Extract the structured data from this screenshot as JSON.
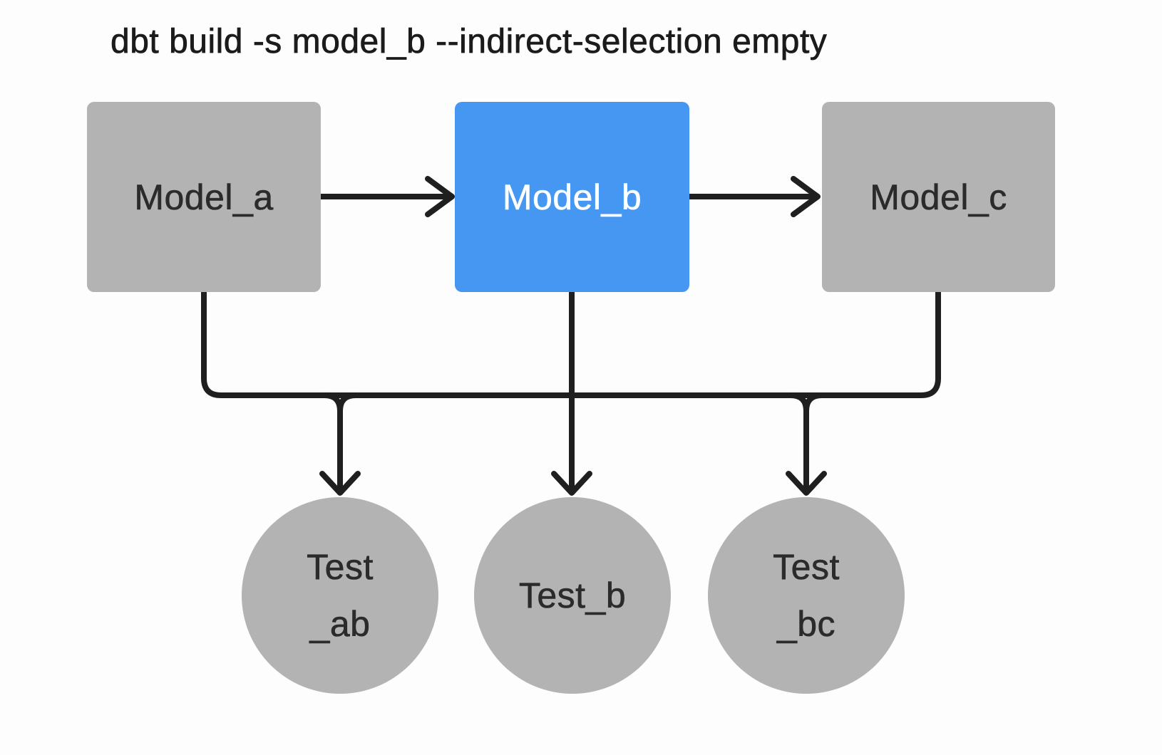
{
  "title": "dbt build -s model_b --indirect-selection empty",
  "colors": {
    "background": "#fdfdfd",
    "node_gray": "#b3b3b3",
    "selected_blue": "#4597f2",
    "edge_stroke": "#1f1f1f",
    "text_dark": "#2b2b2b",
    "text_on_blue": "#ffffff",
    "title_text": "#1b1b1b"
  },
  "diagram": {
    "models": [
      {
        "id": "model_a",
        "label": "Model_a",
        "state": "unselected"
      },
      {
        "id": "model_b",
        "label": "Model_b",
        "state": "selected"
      },
      {
        "id": "model_c",
        "label": "Model_c",
        "state": "unselected"
      }
    ],
    "tests": [
      {
        "id": "test_ab",
        "label_line1": "Test",
        "label_line2": "_ab"
      },
      {
        "id": "test_b",
        "label_line1": "Test_b",
        "label_line2": ""
      },
      {
        "id": "test_bc",
        "label_line1": "Test",
        "label_line2": "_bc"
      }
    ],
    "edges": [
      {
        "from": "model_a",
        "to": "model_b",
        "type": "arrow"
      },
      {
        "from": "model_b",
        "to": "model_c",
        "type": "arrow"
      },
      {
        "from": "model_a",
        "to": "test_ab",
        "type": "arrow"
      },
      {
        "from": "model_b",
        "to": "test_ab",
        "type": "arrow"
      },
      {
        "from": "model_b",
        "to": "test_b",
        "type": "arrow"
      },
      {
        "from": "model_b",
        "to": "test_bc",
        "type": "arrow"
      },
      {
        "from": "model_c",
        "to": "test_bc",
        "type": "arrow"
      }
    ]
  }
}
